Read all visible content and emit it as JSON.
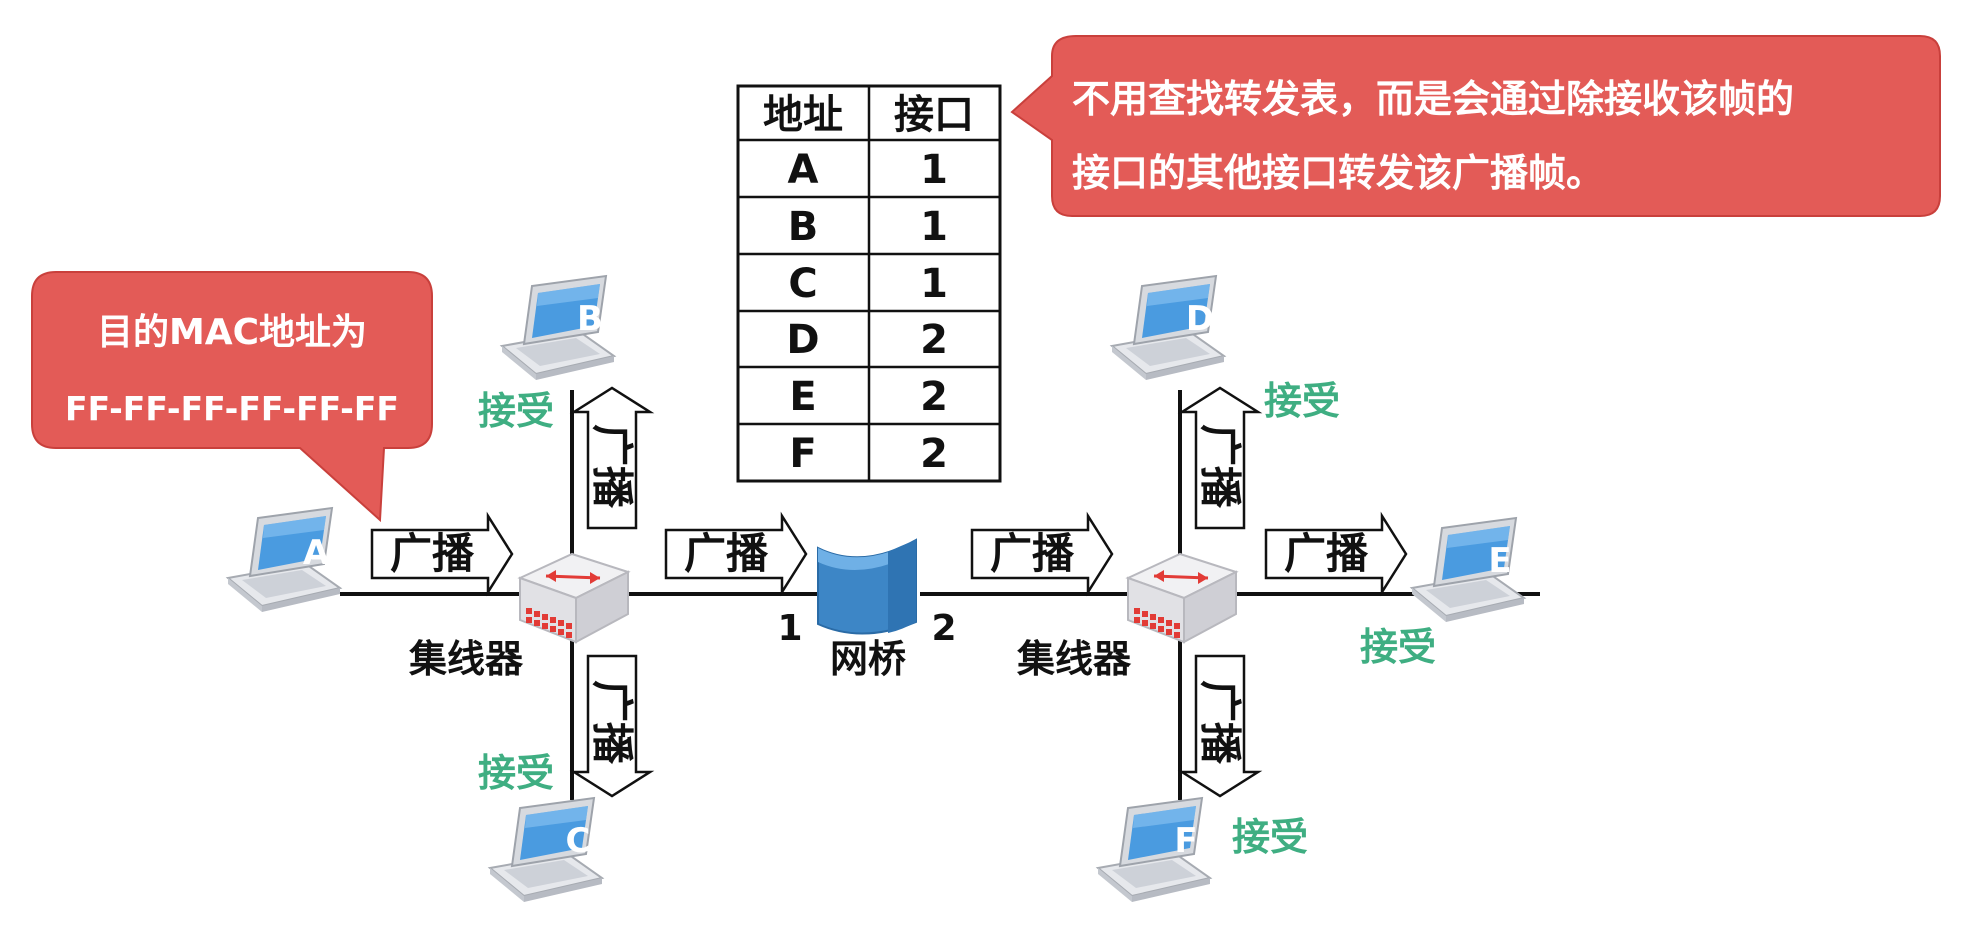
{
  "colors": {
    "callout_fill": "#E35B57",
    "callout_stroke": "#C9403C",
    "accept_green": "#3FAE82",
    "laptop_screen": "#4A9BE0",
    "line": "#111111",
    "bridge_fill": "#3D86C6"
  },
  "callouts": {
    "destination_line1": "目的MAC地址为",
    "destination_line2": "FF-FF-FF-FF-FF-FF",
    "bridge_line1": "不用查找转发表，而是会通过除接收该帧的",
    "bridge_line2": "接口的其他接口转发该广播帧。"
  },
  "table": {
    "headers": [
      "地址",
      "接口"
    ],
    "rows": [
      [
        "A",
        "1"
      ],
      [
        "B",
        "1"
      ],
      [
        "C",
        "1"
      ],
      [
        "D",
        "2"
      ],
      [
        "E",
        "2"
      ],
      [
        "F",
        "2"
      ]
    ]
  },
  "hosts": {
    "a": "A",
    "b": "B",
    "c": "C",
    "d": "D",
    "e": "E",
    "f": "F"
  },
  "devices": {
    "hub_left": "集线器",
    "hub_right": "集线器",
    "bridge": "网桥",
    "bridge_port1": "1",
    "bridge_port2": "2"
  },
  "labels": {
    "broadcast": "广播",
    "accept": "接受"
  }
}
